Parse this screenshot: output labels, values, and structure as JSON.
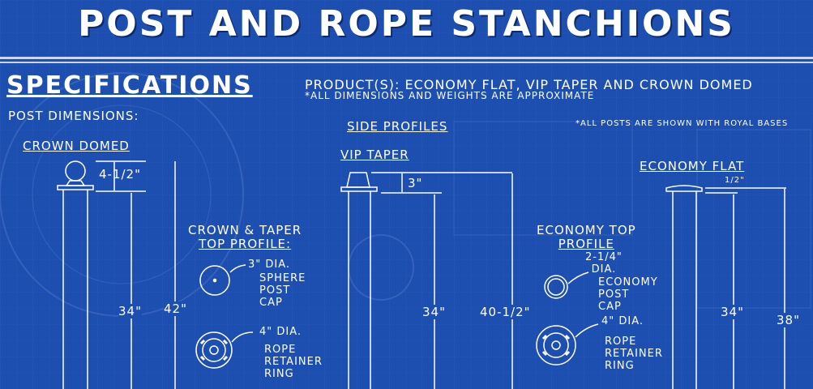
{
  "title": "POST AND ROPE STANCHIONS",
  "specifications": {
    "heading": "SPECIFICATIONS",
    "products": "PRODUCT(S): ECONOMY FLAT, VIP TAPER AND CROWN DOMED",
    "note": "*ALL DIMENSIONS AND WEIGHTS ARE APPROXIMATE"
  },
  "post_dimensions_label": "POST DIMENSIONS:",
  "side_profiles_label": "SIDE PROFILES",
  "bases_note": "*ALL POSTS ARE SHOWN WITH ROYAL BASES",
  "posts": {
    "crown": {
      "name": "CROWN DOMED",
      "top_dim": "4-1/2\"",
      "height_a": "34\"",
      "height_b": "42\""
    },
    "vip": {
      "name": "VIP TAPER",
      "top_dim": "3\"",
      "height_a": "34\"",
      "height_b": "40-1/2\""
    },
    "economy": {
      "name": "ECONOMY FLAT",
      "top_dim": "1/2\"",
      "height_a": "34\"",
      "height_b": "38\""
    }
  },
  "crown_taper_profile": {
    "heading_line1": "CROWN & TAPER",
    "heading_line2": "TOP PROFILE:",
    "cap_dia": "3\" DIA.",
    "cap_label": [
      "SPHERE",
      "POST",
      "CAP"
    ],
    "ring_dia": "4\" DIA.",
    "ring_label": [
      "ROPE",
      "RETAINER",
      "RING"
    ]
  },
  "economy_profile": {
    "heading_line1": "ECONOMY TOP",
    "heading_line2": "PROFILE",
    "cap_dia": [
      "2-1/4\"",
      "DIA."
    ],
    "cap_label": [
      "ECONOMY",
      "POST",
      "CAP"
    ],
    "ring_dia": "4\" DIA.",
    "ring_label": [
      "ROPE",
      "RETAINER",
      "RING"
    ]
  },
  "colors": {
    "background": "#1d4fb0",
    "lines": "#ffffff",
    "faint": "#5b84d6"
  }
}
